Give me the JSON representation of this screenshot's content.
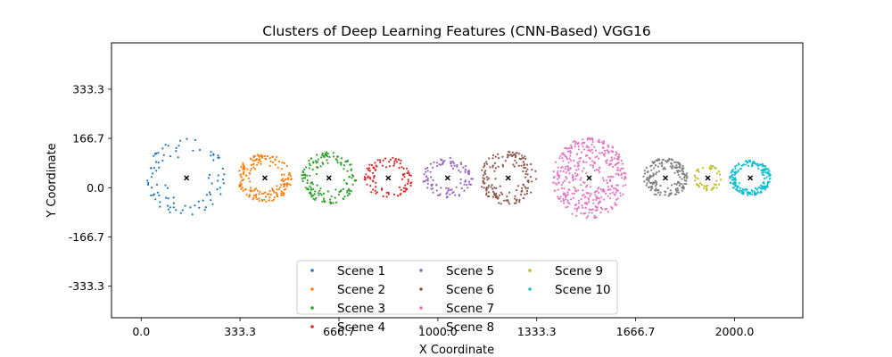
{
  "chart_data": {
    "type": "scatter",
    "title": "Clusters of Deep Learning Features (CNN-Based) VGG16",
    "xlabel": "X Coordinate",
    "ylabel": "Y Coordinate",
    "xlim": [
      -100,
      2230
    ],
    "ylim": [
      -440,
      490
    ],
    "x_ticks": [
      0,
      333.3,
      666.7,
      1000,
      1333.3,
      1666.7,
      2000
    ],
    "x_tick_labels": [
      "0.0",
      "333.3",
      "666.7",
      "1000.0",
      "1333.3",
      "1666.7",
      "2000.0"
    ],
    "y_ticks": [
      -333.3,
      -166.7,
      0,
      166.7,
      333.3
    ],
    "y_tick_labels": [
      "-333.3",
      "-166.7",
      "0.0",
      "166.7",
      "333.3"
    ],
    "grid": false,
    "legend_position": "bottom-center",
    "legend_columns": 3,
    "centroid_marker": "x",
    "centroid_color": "#000000",
    "series": [
      {
        "name": "Scene 1",
        "color": "#1f77b4",
        "center": [
          153,
          33
        ],
        "r_min": 70,
        "r_max": 135,
        "ry_scale": 1.0,
        "count": 90
      },
      {
        "name": "Scene 2",
        "color": "#ff7f0e",
        "center": [
          417,
          33
        ],
        "r_min": 45,
        "r_max": 95,
        "ry_scale": 0.85,
        "count": 180
      },
      {
        "name": "Scene 3",
        "color": "#2ca02c",
        "center": [
          633,
          33
        ],
        "r_min": 40,
        "r_max": 92,
        "ry_scale": 0.95,
        "count": 150
      },
      {
        "name": "Scene 4",
        "color": "#d62728",
        "center": [
          833,
          33
        ],
        "r_min": 42,
        "r_max": 82,
        "ry_scale": 0.85,
        "count": 100
      },
      {
        "name": "Scene 5",
        "color": "#9467bd",
        "center": [
          1033,
          33
        ],
        "r_min": 40,
        "r_max": 85,
        "ry_scale": 0.8,
        "count": 100
      },
      {
        "name": "Scene 6",
        "color": "#8c564b",
        "center": [
          1237,
          33
        ],
        "r_min": 38,
        "r_max": 95,
        "ry_scale": 0.95,
        "count": 160
      },
      {
        "name": "Scene 7",
        "color": "#e377c2",
        "center": [
          1510,
          33
        ],
        "r_min": 15,
        "r_max": 125,
        "ry_scale": 1.1,
        "count": 420
      },
      {
        "name": "Scene 8",
        "color": "#7f7f7f",
        "center": [
          1767,
          33
        ],
        "r_min": 30,
        "r_max": 75,
        "ry_scale": 0.9,
        "count": 180
      },
      {
        "name": "Scene 9",
        "color": "#bcbd22",
        "center": [
          1910,
          33
        ],
        "r_min": 28,
        "r_max": 48,
        "ry_scale": 0.9,
        "count": 45
      },
      {
        "name": "Scene 10",
        "color": "#17becf",
        "center": [
          2053,
          33
        ],
        "r_min": 40,
        "r_max": 70,
        "ry_scale": 0.85,
        "count": 200
      }
    ]
  }
}
